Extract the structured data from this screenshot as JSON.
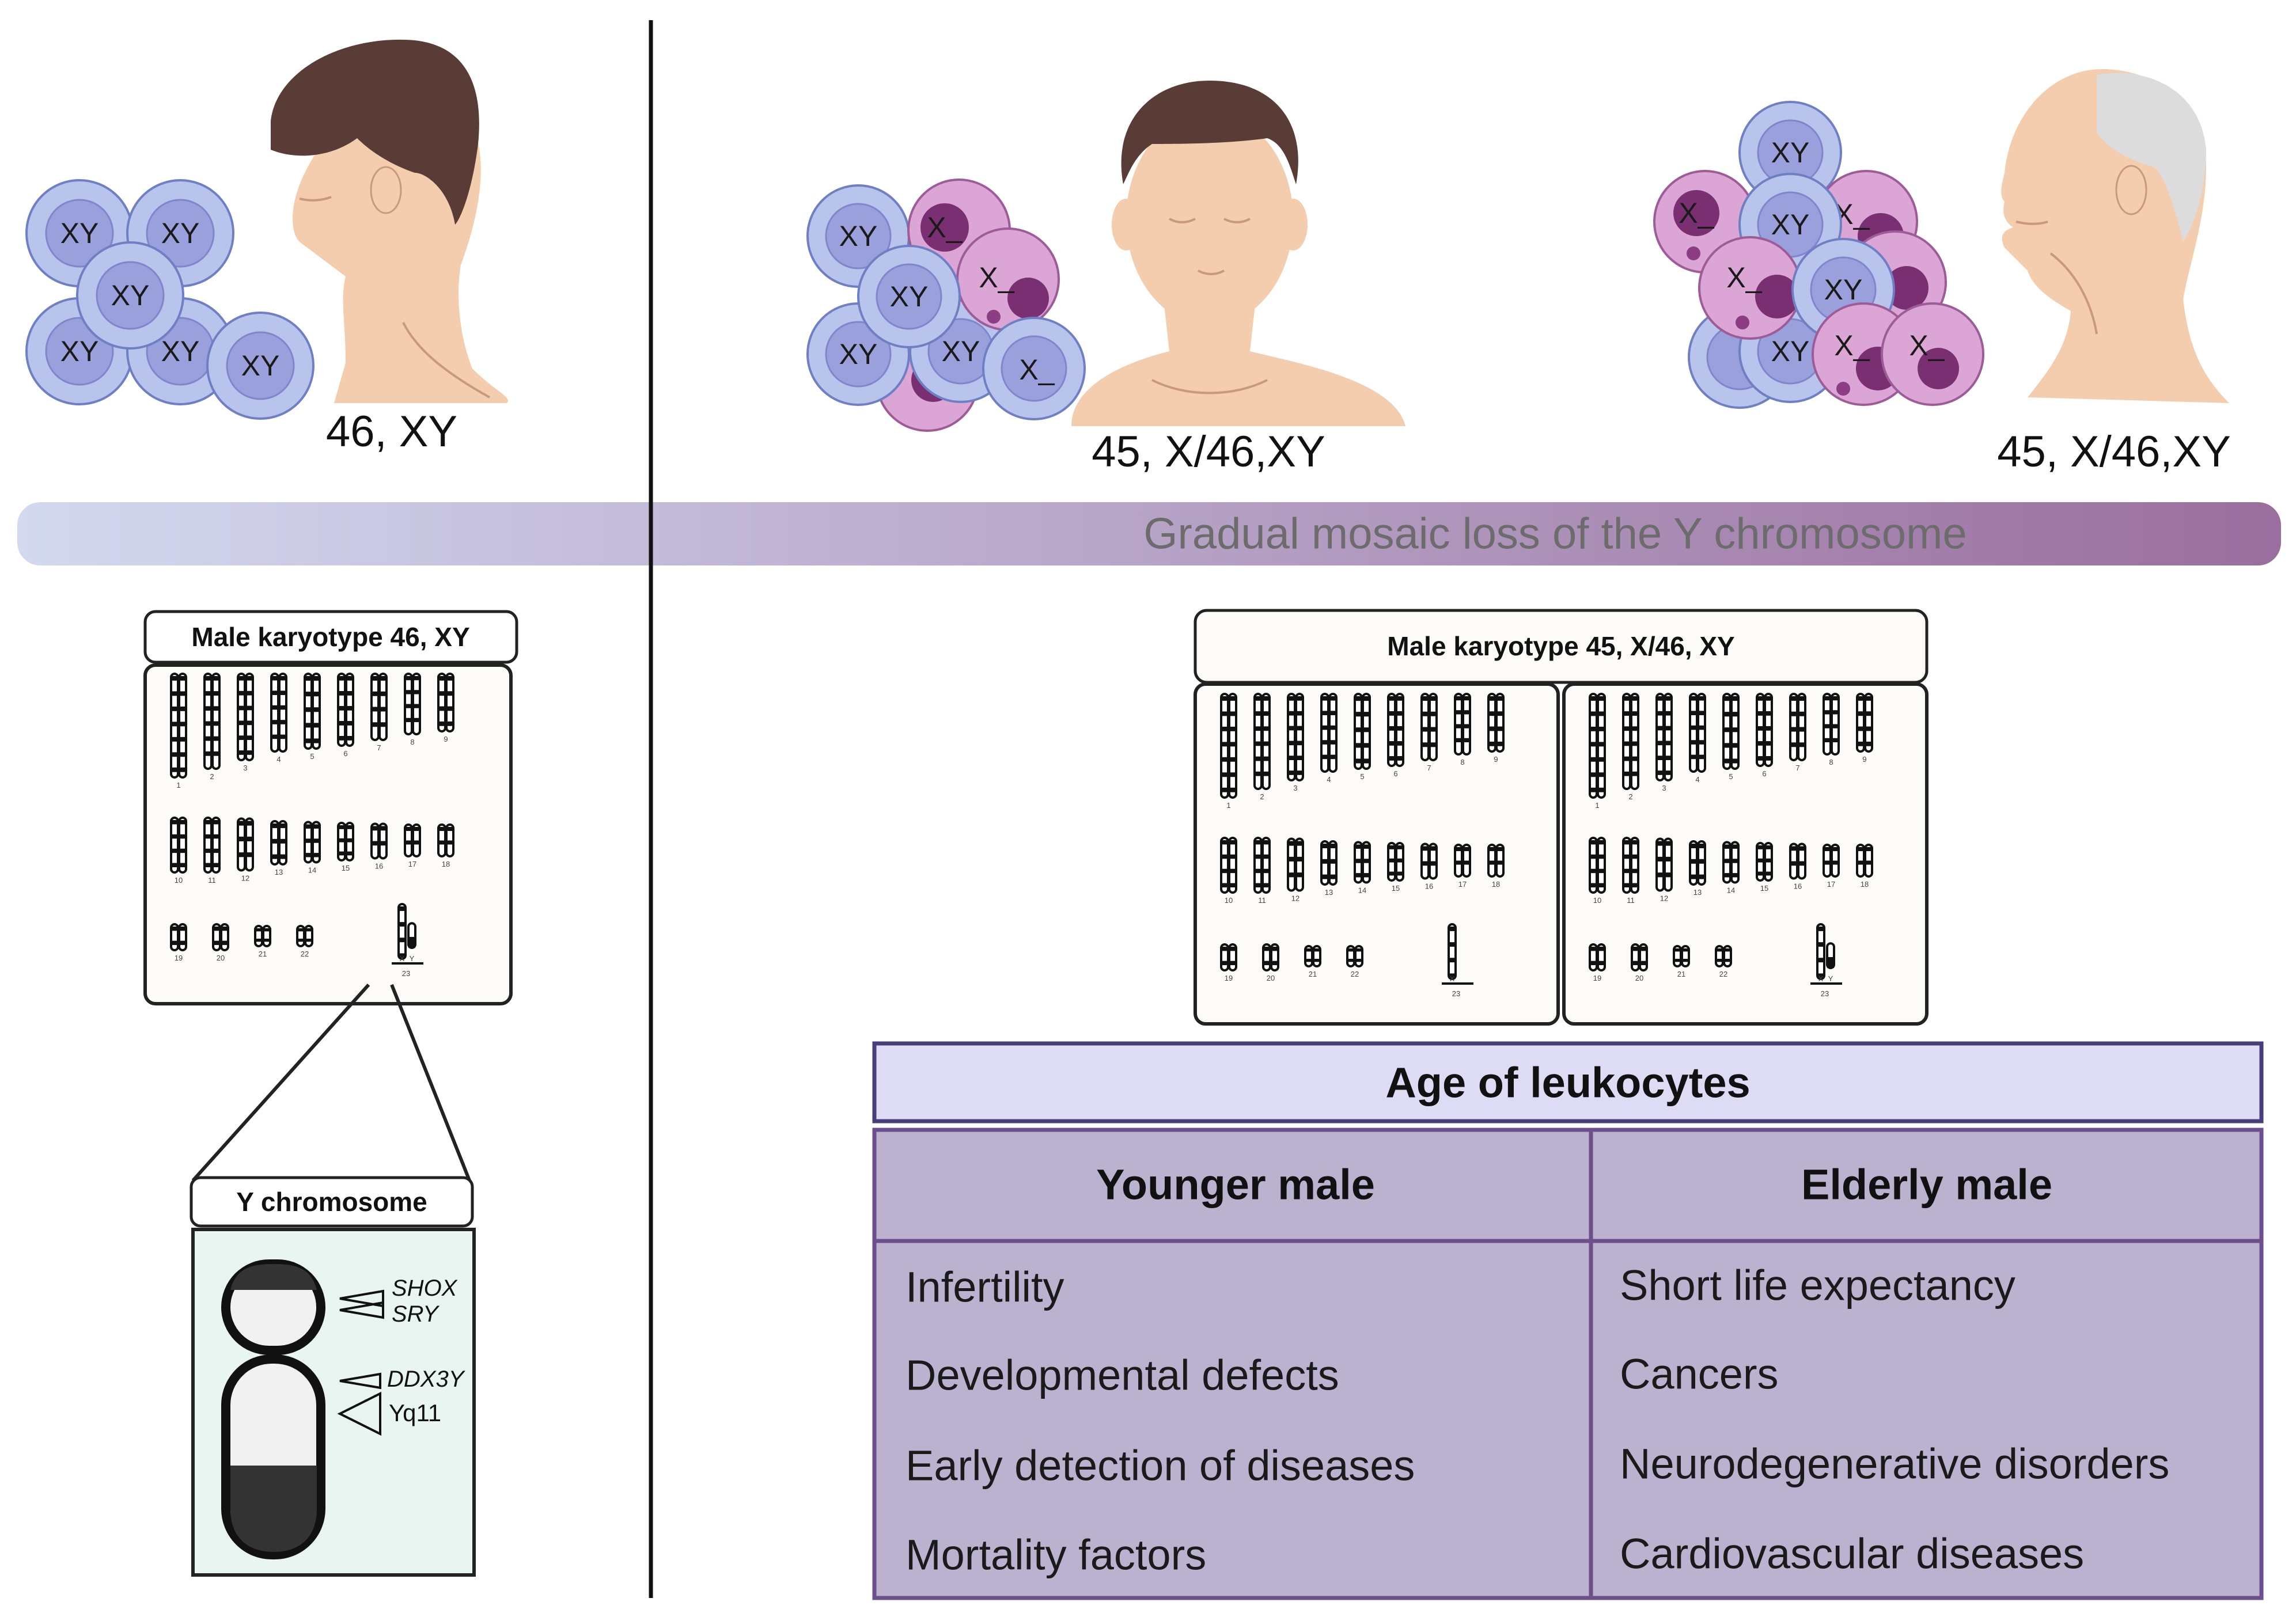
{
  "stages": {
    "young": {
      "karyotype_label": "46, XY"
    },
    "middle": {
      "karyotype_label": "45, X/46,XY"
    },
    "elderly": {
      "karyotype_label": "45, X/46,XY"
    }
  },
  "cell_labels": {
    "normal": "XY",
    "loss": "X_"
  },
  "progress_bar": {
    "label": "Gradual mosaic loss of the Y chromosome",
    "color_start": "#d3d9ef",
    "color_end": "#9a6e9e"
  },
  "karyotype_left": {
    "title": "Male karyotype 46, XY"
  },
  "karyotype_right": {
    "title": "Male karyotype 45, X/46, XY"
  },
  "chromosome_numbers": [
    "1",
    "2",
    "3",
    "4",
    "5",
    "6",
    "7",
    "8",
    "9",
    "10",
    "11",
    "12",
    "13",
    "14",
    "15",
    "16",
    "17",
    "18",
    "19",
    "20",
    "21",
    "22",
    "23"
  ],
  "sex_chrom_labels": {
    "x": "X",
    "y": "Y"
  },
  "y_chromosome": {
    "title": "Y chromosome",
    "genes": [
      "SHOX",
      "SRY",
      "DDX3Y"
    ],
    "region": "Yq11"
  },
  "table": {
    "title": "Age of leukocytes",
    "columns": [
      {
        "header": "Younger male",
        "items": [
          "Infertility",
          "Developmental defects",
          "Early detection of diseases",
          "Mortality factors"
        ]
      },
      {
        "header": "Elderly male",
        "items": [
          "Short life expectancy",
          "Cancers",
          "Neurodegenerative disorders",
          "Cardiovascular diseases"
        ]
      }
    ],
    "colors": {
      "title_bg": "#dddcf4",
      "body_bg": "#bbb2d0",
      "border": "#6d4f8c"
    }
  }
}
